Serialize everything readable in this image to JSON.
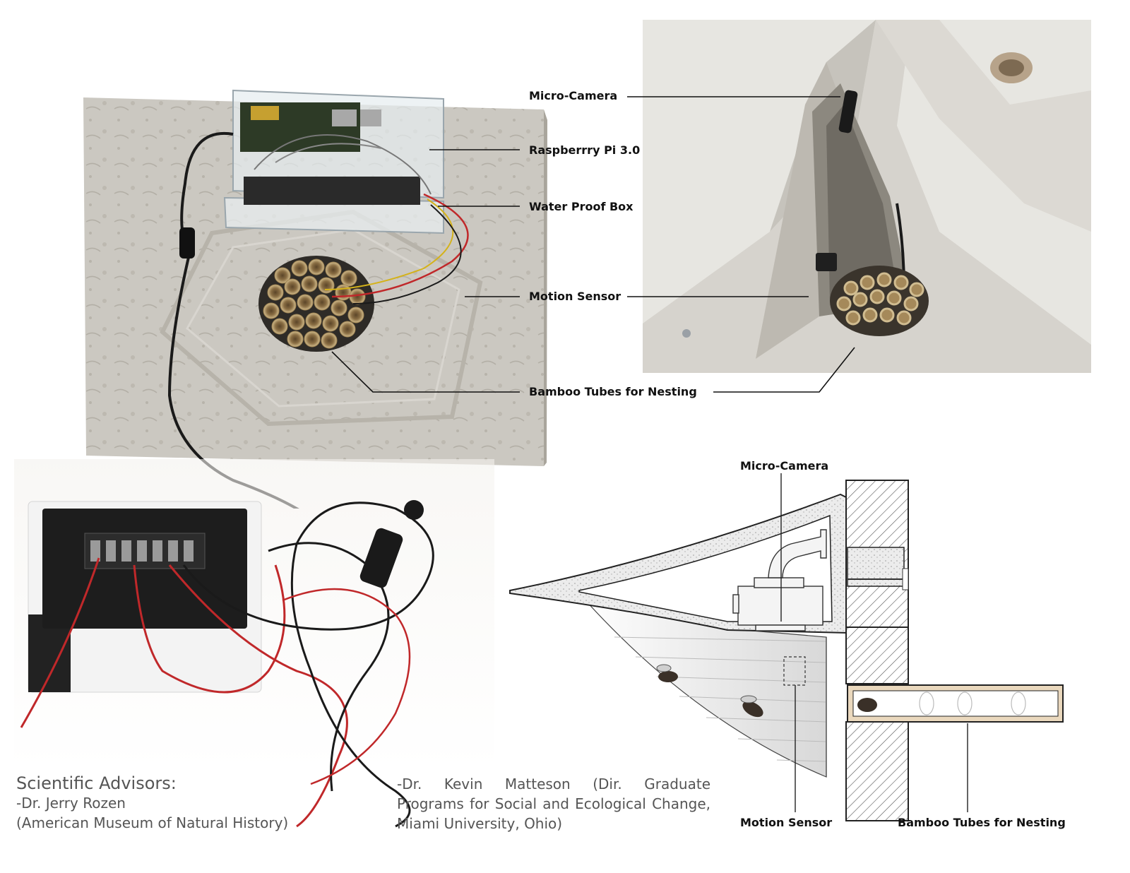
{
  "photo_callouts": {
    "micro_camera": "Micro-Camera",
    "raspberry_pi": "Raspberrry Pi 3.0",
    "water_proof_box": "Water Proof Box",
    "motion_sensor": "Motion Sensor",
    "bamboo_tubes": "Bamboo Tubes for Nesting"
  },
  "diagram_labels": {
    "micro_camera": "Micro-Camera",
    "motion_sensor": "Motion Sensor",
    "bamboo_tubes": "Bamboo Tubes for Nesting"
  },
  "advisors": {
    "title": "Scientific Advisors:",
    "advisor_1_name": "-Dr. Jerry Rozen",
    "advisor_1_affiliation": "(American Museum of Natural History)",
    "advisor_2": "-Dr. Kevin Matteson (Dir. Graduate Programs for Social and Ecological Change, Miami University, Ohio)"
  },
  "colors": {
    "concrete": "#cbc8c1",
    "concrete_dark": "#a9a59c",
    "bamboo": "#b9a071",
    "wire_red": "#c0282a",
    "wire_black": "#1a1a1a",
    "hatch": "#555555"
  }
}
